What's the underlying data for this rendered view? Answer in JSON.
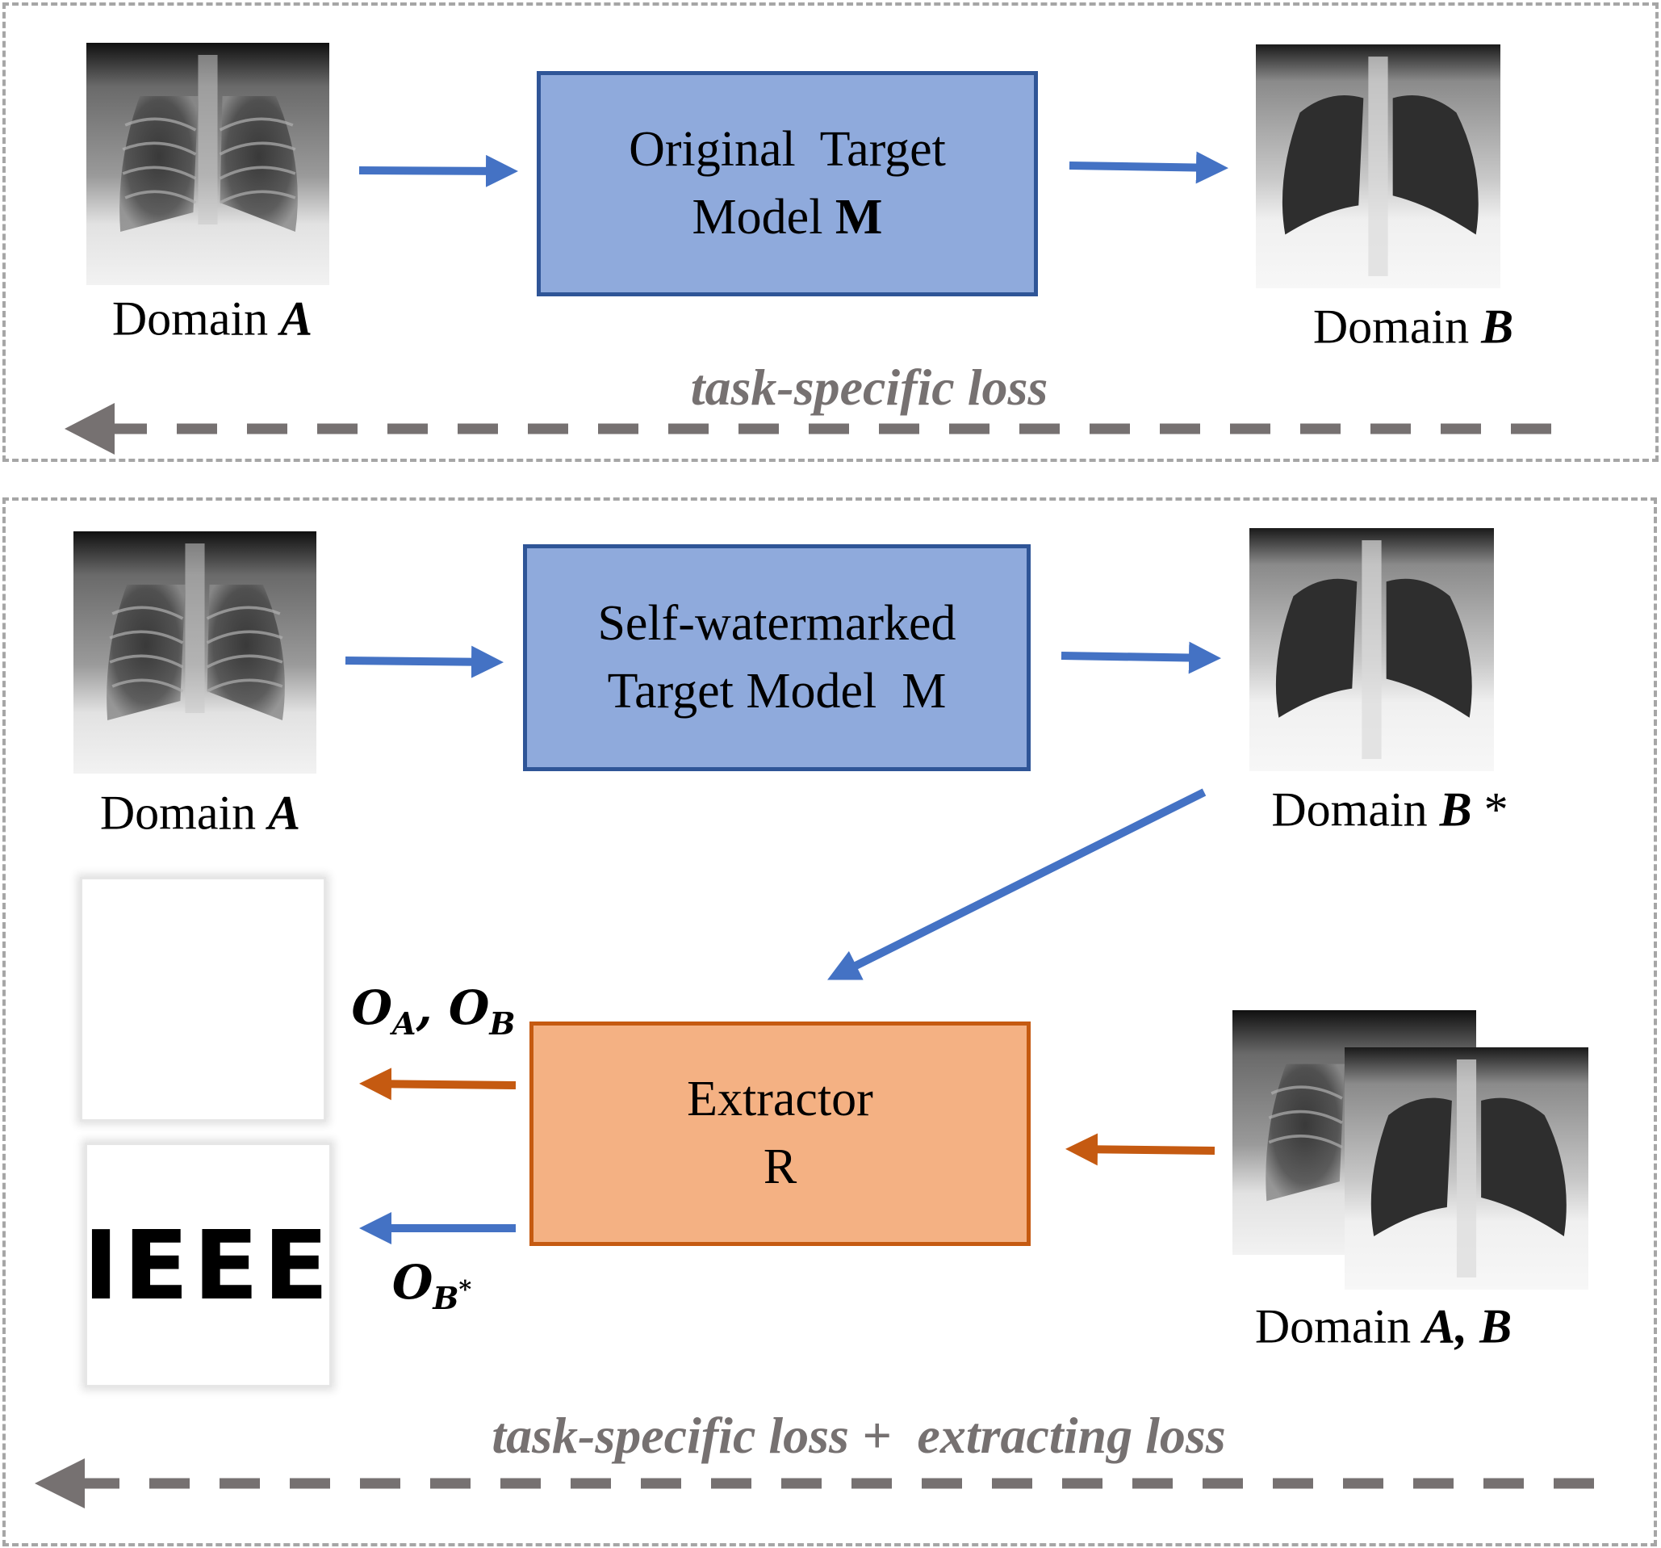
{
  "top_panel": {
    "input_label": {
      "prefix": "Domain ",
      "var": "A"
    },
    "model": {
      "line1": "Original  Target",
      "line2_prefix": "Model ",
      "line2_var": "M"
    },
    "output_label": {
      "prefix": "Domain ",
      "var": "B"
    },
    "loss_label": "task-specific loss"
  },
  "bottom_panel": {
    "input_label": {
      "prefix": "Domain ",
      "var": "A"
    },
    "model": {
      "line1": "Self-watermarked",
      "line2": "Target Model  M"
    },
    "output_label": {
      "prefix": "Domain ",
      "var": "B",
      "suffix": " *"
    },
    "extractor": {
      "line1": "Extractor",
      "line2": "R"
    },
    "extractor_input_label": {
      "prefix": "Domain ",
      "var1": "A",
      "sep": ", ",
      "var2": "B"
    },
    "outputs": {
      "clean_symbol": {
        "o1": "O",
        "s1": "A",
        "comma": ", ",
        "o2": "O",
        "s2": "B"
      },
      "watermark_symbol": {
        "o": "O",
        "s": "B",
        "sup": "*"
      },
      "watermark_text": "IEEE"
    },
    "loss_label": "task-specific loss +  extracting loss"
  },
  "colors": {
    "blue_arrow": "#4472C4",
    "orange_arrow": "#C55A11",
    "blue_box_fill": "#8FAADC",
    "blue_box_border": "#2F5597",
    "orange_box_fill": "#F4B183",
    "orange_box_border": "#C55A11",
    "loss_gray": "#767171",
    "panel_border": "#A6A6A6"
  }
}
